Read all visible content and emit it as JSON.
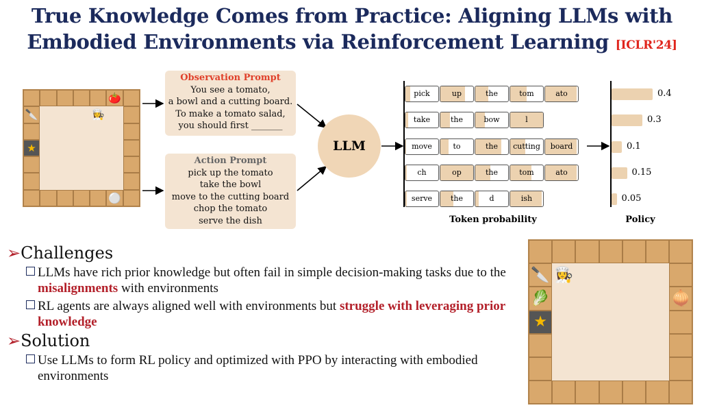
{
  "title": {
    "line1": "True Knowledge Comes from Practice: Aligning LLMs with",
    "line2": "Embodied Environments via Reinforcement Learning",
    "venue": "[ICLR'24]"
  },
  "observation_prompt": {
    "heading": "Observation Prompt",
    "lines": [
      "You see a tomato,",
      "a bowl and a cutting board.",
      "To make a tomato salad,",
      "you should first _______"
    ]
  },
  "action_prompt": {
    "heading": "Action Prompt",
    "lines": [
      "pick up the tomato",
      "take the bowl",
      "move to the cutting board",
      "chop the tomato",
      "serve the dish"
    ]
  },
  "llm_label": "LLM",
  "token_chart": {
    "label": "Token probability",
    "rows": [
      [
        {
          "t": "pick",
          "p": 0.15
        },
        {
          "t": "up",
          "p": 0.75
        },
        {
          "t": "the",
          "p": 0.4
        },
        {
          "t": "tom",
          "p": 0.5
        },
        {
          "t": "ato",
          "p": 0.95
        }
      ],
      [
        {
          "t": "take",
          "p": 0.08
        },
        {
          "t": "the",
          "p": 0.3
        },
        {
          "t": "bow",
          "p": 0.3
        },
        {
          "t": "l",
          "p": 1.0
        }
      ],
      [
        {
          "t": "move",
          "p": 0.02
        },
        {
          "t": "to",
          "p": 0.25
        },
        {
          "t": "the",
          "p": 0.8
        },
        {
          "t": "cutting",
          "p": 0.45
        },
        {
          "t": "board",
          "p": 0.95
        }
      ],
      [
        {
          "t": "ch",
          "p": 0.05
        },
        {
          "t": "op",
          "p": 1.0
        },
        {
          "t": "the",
          "p": 0.45
        },
        {
          "t": "tom",
          "p": 0.65
        },
        {
          "t": "ato",
          "p": 0.95
        }
      ],
      [
        {
          "t": "serve",
          "p": 0.05
        },
        {
          "t": "the",
          "p": 0.4
        },
        {
          "t": "d",
          "p": 0.1
        },
        {
          "t": "ish",
          "p": 0.95
        }
      ]
    ]
  },
  "policy": {
    "label": "Policy",
    "values": [
      0.4,
      0.3,
      0.1,
      0.15,
      0.05
    ],
    "labels": [
      "0.4",
      "0.3",
      "0.1",
      "0.15",
      "0.05"
    ]
  },
  "challenges": {
    "heading": "Challenges",
    "b1_pre": "LLMs have rich prior knowledge but often fail in simple decision-making tasks due to the ",
    "b1_hl": "misalignments",
    "b1_post": " with environments",
    "b2_pre": "RL agents are always aligned well with environments but ",
    "b2_hl": "struggle with leveraging prior knowledge"
  },
  "solution": {
    "heading": "Solution",
    "b1": "Use LLMs to form RL policy and optimized with PPO by interacting with embodied environments"
  },
  "colors": {
    "title": "#1b2a5c",
    "venue": "#e0241c",
    "highlight": "#b3202a",
    "accent": "#ecd2b0"
  }
}
